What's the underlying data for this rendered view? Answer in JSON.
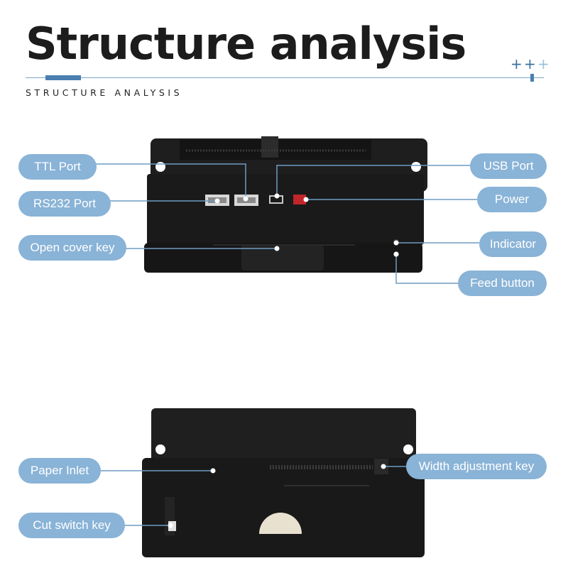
{
  "header": {
    "title": "Structure analysis",
    "subtitle": "STRUCTURE ANALYSIS",
    "decor_plus": [
      "+",
      "+",
      "+"
    ]
  },
  "top_view": {
    "labels": {
      "ttl_port": "TTL Port",
      "rs232_port": "RS232 Port",
      "open_cover_key": "Open cover key",
      "usb_port": "USB Port",
      "power": "Power",
      "indicator": "Indicator",
      "feed_button": "Feed button"
    }
  },
  "bottom_view": {
    "labels": {
      "paper_inlet": "Paper Inlet",
      "cut_switch_key": "Cut switch key",
      "width_adjustment_key": "Width adjustment key"
    }
  },
  "colors": {
    "label_background": "#89b3d7",
    "label_text": "#ffffff",
    "leader_line": "#6e9cc4",
    "device_body": "#1b1b1b",
    "power_port": "#c0262b"
  }
}
